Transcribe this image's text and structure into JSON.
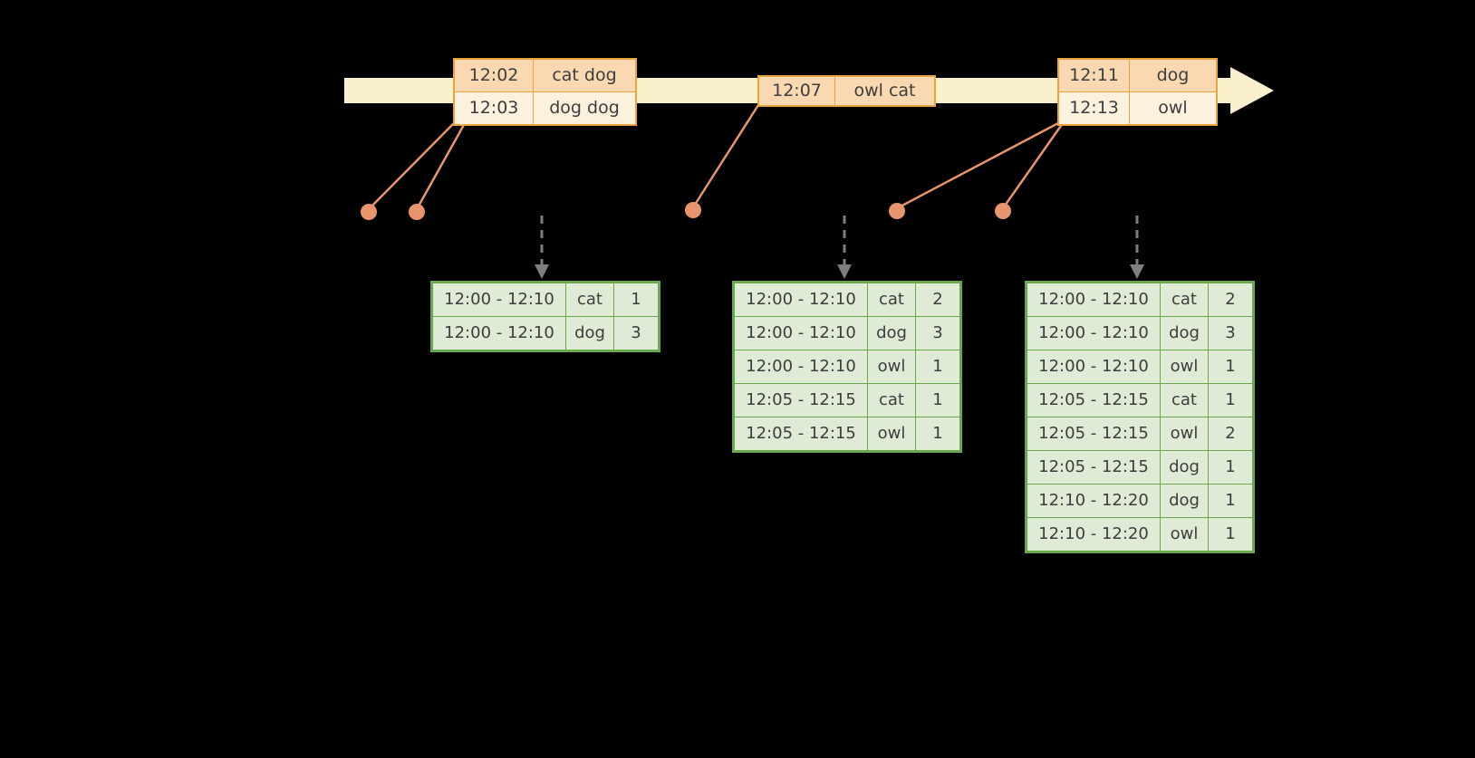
{
  "colors": {
    "background": "#000000",
    "timeline_fill": "#FBF0CC",
    "event_border": "#E9A33F",
    "event_row_dark": "#FAD9B2",
    "event_row_light": "#FCF1DC",
    "connector": "#E8946C",
    "arrow": "#7F7F7F",
    "result_border": "#6AA84F",
    "result_fill": "#DFEBD5",
    "text": "#3D3D3D"
  },
  "event_tables": [
    {
      "rows": [
        {
          "time": "12:02",
          "words": "cat dog"
        },
        {
          "time": "12:03",
          "words": "dog dog"
        }
      ]
    },
    {
      "rows": [
        {
          "time": "12:07",
          "words": "owl cat"
        }
      ]
    },
    {
      "rows": [
        {
          "time": "12:11",
          "words": "dog"
        },
        {
          "time": "12:13",
          "words": "owl"
        }
      ]
    }
  ],
  "result_tables": [
    {
      "rows": [
        {
          "window": "12:00 - 12:10",
          "word": "cat",
          "count": "1"
        },
        {
          "window": "12:00 - 12:10",
          "word": "dog",
          "count": "3"
        }
      ]
    },
    {
      "rows": [
        {
          "window": "12:00 - 12:10",
          "word": "cat",
          "count": "2"
        },
        {
          "window": "12:00 - 12:10",
          "word": "dog",
          "count": "3"
        },
        {
          "window": "12:00 - 12:10",
          "word": "owl",
          "count": "1"
        },
        {
          "window": "12:05 - 12:15",
          "word": "cat",
          "count": "1"
        },
        {
          "window": "12:05 - 12:15",
          "word": "owl",
          "count": "1"
        }
      ]
    },
    {
      "rows": [
        {
          "window": "12:00 - 12:10",
          "word": "cat",
          "count": "2"
        },
        {
          "window": "12:00 - 12:10",
          "word": "dog",
          "count": "3"
        },
        {
          "window": "12:00 - 12:10",
          "word": "owl",
          "count": "1"
        },
        {
          "window": "12:05 - 12:15",
          "word": "cat",
          "count": "1"
        },
        {
          "window": "12:05 - 12:15",
          "word": "owl",
          "count": "2"
        },
        {
          "window": "12:05 - 12:15",
          "word": "dog",
          "count": "1"
        },
        {
          "window": "12:10 - 12:20",
          "word": "dog",
          "count": "1"
        },
        {
          "window": "12:10 - 12:20",
          "word": "owl",
          "count": "1"
        }
      ]
    }
  ]
}
